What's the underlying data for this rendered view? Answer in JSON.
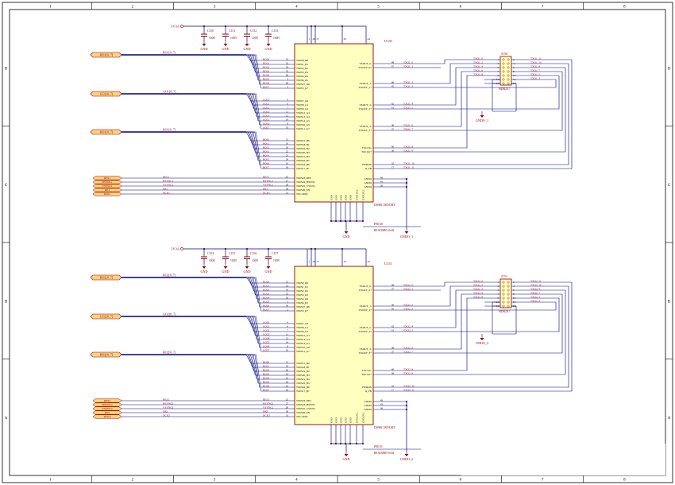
{
  "frame": {
    "columns": [
      "1",
      "2",
      "3",
      "4",
      "5",
      "6",
      "7",
      "8"
    ],
    "rows": [
      "D",
      "C",
      "B",
      "A"
    ]
  },
  "blocks": [
    {
      "power_net": "3V3A",
      "caps": [
        {
          "ref": "C150",
          "value": "100N"
        },
        {
          "ref": "C151",
          "value": "100N"
        },
        {
          "ref": "C152",
          "value": "100N"
        },
        {
          "ref": "C153",
          "value": "100N"
        }
      ],
      "gnd_label": "GND",
      "ic": {
        "ref": "U150",
        "part": "DS90C385AMT",
        "power_pins": [
          {
            "num": "1",
            "name": "VCC0"
          },
          {
            "num": "26",
            "name": "VCC1"
          },
          {
            "num": "27",
            "name": "VCC2"
          },
          {
            "num": "34",
            "name": "VCC_PLL"
          },
          {
            "num": "44",
            "name": "VCCO"
          }
        ],
        "left_groups": [
          {
            "pins": [
              {
                "net": "RO10",
                "num": "51",
                "name": "TXIN0_R0"
              },
              {
                "net": "RO11",
                "num": "52",
                "name": "TXIN1_R1"
              },
              {
                "net": "RO12",
                "num": "54",
                "name": "TXIN2_R2"
              },
              {
                "net": "RO13",
                "num": "55",
                "name": "TXIN3_R3"
              },
              {
                "net": "RO14",
                "num": "56",
                "name": "TXIN4_R4"
              },
              {
                "net": "RO15",
                "num": "3",
                "name": "TXIN6_R5"
              },
              {
                "net": "RO16",
                "num": "50",
                "name": "TXIN27_R6"
              },
              {
                "net": "RO17",
                "num": "2",
                "name": "TXIN5_R7"
              }
            ]
          },
          {
            "pins": [
              {
                "net": "GO10",
                "num": "4",
                "name": "TXIN7_G0"
              },
              {
                "net": "GO11",
                "num": "6",
                "name": "TXIN8_G1"
              },
              {
                "net": "GO12",
                "num": "7",
                "name": "TXIN9_G2"
              },
              {
                "net": "GO13",
                "num": "11",
                "name": "TXIN12_G3"
              },
              {
                "net": "GO14",
                "num": "12",
                "name": "TXIN13_G4"
              },
              {
                "net": "GO15",
                "num": "14",
                "name": "TXIN14_G5"
              },
              {
                "net": "GO16",
                "num": "8",
                "name": "TXIN10_G6"
              },
              {
                "net": "GO17",
                "num": "10",
                "name": "TXIN11_G7"
              }
            ]
          },
          {
            "pins": [
              {
                "net": "BO10",
                "num": "15",
                "name": "TXIN15_B0"
              },
              {
                "net": "BO11",
                "num": "19",
                "name": "TXIN18_B1"
              },
              {
                "net": "BO12",
                "num": "20",
                "name": "TXIN19_B2"
              },
              {
                "net": "BO13",
                "num": "22",
                "name": "TXIN20_B3"
              },
              {
                "net": "BO14",
                "num": "23",
                "name": "TXIN21_B4"
              },
              {
                "net": "BO15",
                "num": "24",
                "name": "TXIN22_B5"
              },
              {
                "net": "BO16",
                "num": "16",
                "name": "TXIN16_B6"
              },
              {
                "net": "BO17",
                "num": "18",
                "name": "TXIN17_B7"
              }
            ]
          },
          {
            "pins": [
              {
                "net": "RES1",
                "num": "25",
                "name": "TXIN23_RES"
              },
              {
                "net": "HSYNC1",
                "num": "27",
                "name": "TXIN24_HSYNC"
              },
              {
                "net": "VSYNC1",
                "num": "28",
                "name": "TXIN25_VSYNC"
              },
              {
                "net": "DE1",
                "num": "30",
                "name": "TXIN26_EN"
              },
              {
                "net": "DCK1",
                "num": "31",
                "name": "TXCLKIN"
              }
            ]
          }
        ],
        "right_pins": [
          {
            "name": "TXOUT_0-",
            "num": "48",
            "net": "TXO1_0"
          },
          {
            "name": "TXOUT_0+",
            "num": "47",
            "net": "TXO1_1"
          },
          {
            "name": "TXOUT_1-",
            "num": "46",
            "net": "TXO1_2"
          },
          {
            "name": "TXOUT_1+",
            "num": "45",
            "net": "TXO1_3"
          },
          {
            "name": "TXOUT_2-",
            "num": "42",
            "net": "TXO1_4"
          },
          {
            "name": "TXOUT_2+",
            "num": "41",
            "net": "TXO1_5"
          },
          {
            "name": "TXOUT_3-",
            "num": "38",
            "net": "TXO1_6"
          },
          {
            "name": "TXOUT_3+",
            "num": "37",
            "net": "TXO1_7"
          },
          {
            "name": "TXCLK-",
            "num": "40",
            "net": "TXO1_8"
          },
          {
            "name": "TXCLK+",
            "num": "39",
            "net": "TXO1_9"
          },
          {
            "name": "PWRDN",
            "num": "32",
            "net": "TXO1_10"
          },
          {
            "name": "R_FB",
            "num": "17",
            "net": "TXO1_11"
          }
        ],
        "gnd_pins": [
          {
            "name": "GNDO",
            "num": "49"
          },
          {
            "name": "GNDO",
            "num": "43"
          },
          {
            "name": "GNDO",
            "num": "36"
          }
        ],
        "bottom_pins": [
          "GND",
          "GND",
          "GND",
          "GND",
          "GND",
          "GND_PLL",
          "GND_PLL"
        ]
      },
      "buses": [
        {
          "port": "RO1[0..7]",
          "label": "RO1[0..7]"
        },
        {
          "port": "GO1[0..7]",
          "label": "GO1[0..7]"
        },
        {
          "port": "BO1[0..7]",
          "label": "BO1[0..7]"
        }
      ],
      "ctrl_ports": [
        "RES1",
        "HSYNC1",
        "VSYNC1",
        "DE1",
        "DCK1"
      ],
      "ferrite": {
        "ref": "FB150",
        "part": "BEAD0805-0x02"
      },
      "gnd_bottom": "GND",
      "gnd0_bottom": "GNDO_1",
      "conn": {
        "ref": "J150",
        "part": "HDR2X7",
        "left": [
          {
            "net": "TXO1_0",
            "num": "1"
          },
          {
            "net": "TXO1_2",
            "num": "3"
          },
          {
            "net": "TXO1_4",
            "num": "5"
          },
          {
            "net": "TXO1_6",
            "num": "7"
          },
          {
            "net": "TXO1_8",
            "num": "9"
          },
          {
            "net": "",
            "num": "11"
          },
          {
            "net": "",
            "num": "13"
          }
        ],
        "right": [
          {
            "num": "2",
            "net": "TXO1_11"
          },
          {
            "num": "4",
            "net": "TXO1_10"
          },
          {
            "num": "6",
            "net": "TXO1_9"
          },
          {
            "num": "8",
            "net": "TXO1_7"
          },
          {
            "num": "10",
            "net": "TXO1_5"
          },
          {
            "num": "12",
            "net": "TXO1_3"
          },
          {
            "num": "14",
            "net": ""
          }
        ],
        "gnd": "GNDO_1"
      }
    },
    {
      "power_net": "3V3A",
      "caps": [
        {
          "ref": "C154",
          "value": "100N"
        },
        {
          "ref": "C155",
          "value": "100N"
        },
        {
          "ref": "C156",
          "value": "100N"
        },
        {
          "ref": "C157",
          "value": "100N"
        }
      ],
      "gnd_label": "GND",
      "ic": {
        "ref": "U151",
        "part": "DS90C385AMT",
        "power_pins": [
          {
            "num": "1",
            "name": "VCC0"
          },
          {
            "num": "26",
            "name": "VCC1"
          },
          {
            "num": "27",
            "name": "VCC2"
          },
          {
            "num": "34",
            "name": "VCC_PLL"
          },
          {
            "num": "44",
            "name": "VCCO"
          }
        ],
        "left_groups": [
          {
            "pins": [
              {
                "net": "RO20",
                "num": "51",
                "name": "TXIN0_R0"
              },
              {
                "net": "RO21",
                "num": "52",
                "name": "TXIN1_R1"
              },
              {
                "net": "RO22",
                "num": "54",
                "name": "TXIN2_R2"
              },
              {
                "net": "RO23",
                "num": "55",
                "name": "TXIN3_R3"
              },
              {
                "net": "RO24",
                "num": "56",
                "name": "TXIN4_R4"
              },
              {
                "net": "RO25",
                "num": "3",
                "name": "TXIN6_R5"
              },
              {
                "net": "RO26",
                "num": "50",
                "name": "TXIN27_R6"
              },
              {
                "net": "RO27",
                "num": "2",
                "name": "TXIN5_R7"
              }
            ]
          },
          {
            "pins": [
              {
                "net": "GO20",
                "num": "4",
                "name": "TXIN7_G0"
              },
              {
                "net": "GO21",
                "num": "6",
                "name": "TXIN8_G1"
              },
              {
                "net": "GO22",
                "num": "7",
                "name": "TXIN9_G2"
              },
              {
                "net": "GO23",
                "num": "11",
                "name": "TXIN12_G3"
              },
              {
                "net": "GO24",
                "num": "12",
                "name": "TXIN13_G4"
              },
              {
                "net": "GO25",
                "num": "14",
                "name": "TXIN14_G5"
              },
              {
                "net": "GO26",
                "num": "8",
                "name": "TXIN10_G6"
              },
              {
                "net": "GO27",
                "num": "10",
                "name": "TXIN11_G7"
              }
            ]
          },
          {
            "pins": [
              {
                "net": "BO20",
                "num": "15",
                "name": "TXIN15_B0"
              },
              {
                "net": "BO21",
                "num": "19",
                "name": "TXIN18_B1"
              },
              {
                "net": "BO22",
                "num": "20",
                "name": "TXIN19_B2"
              },
              {
                "net": "BO23",
                "num": "22",
                "name": "TXIN20_B3"
              },
              {
                "net": "BO24",
                "num": "23",
                "name": "TXIN21_B4"
              },
              {
                "net": "BO25",
                "num": "24",
                "name": "TXIN22_B5"
              },
              {
                "net": "BO26",
                "num": "16",
                "name": "TXIN16_B6"
              },
              {
                "net": "BO27",
                "num": "18",
                "name": "TXIN17_B7"
              }
            ]
          },
          {
            "pins": [
              {
                "net": "RES2",
                "num": "25",
                "name": "TXIN23_RES"
              },
              {
                "net": "HSYNC2",
                "num": "27",
                "name": "TXIN24_HSYNC"
              },
              {
                "net": "VSYNC2",
                "num": "28",
                "name": "TXIN25_VSYNC"
              },
              {
                "net": "DE2",
                "num": "30",
                "name": "TXIN26_EN"
              },
              {
                "net": "DCK2",
                "num": "31",
                "name": "TXCLKIN"
              }
            ]
          }
        ],
        "right_pins": [
          {
            "name": "TXOUT_0-",
            "num": "48",
            "net": "TXO2_0"
          },
          {
            "name": "TXOUT_0+",
            "num": "47",
            "net": "TXO2_1"
          },
          {
            "name": "TXOUT_1-",
            "num": "46",
            "net": "TXO2_2"
          },
          {
            "name": "TXOUT_1+",
            "num": "45",
            "net": "TXO2_3"
          },
          {
            "name": "TXOUT_2-",
            "num": "42",
            "net": "TXO2_4"
          },
          {
            "name": "TXOUT_2+",
            "num": "41",
            "net": "TXO2_5"
          },
          {
            "name": "TXOUT_3-",
            "num": "38",
            "net": "TXO2_6"
          },
          {
            "name": "TXOUT_3+",
            "num": "37",
            "net": "TXO2_7"
          },
          {
            "name": "TXCLK-",
            "num": "40",
            "net": "TXO2_8"
          },
          {
            "name": "TXCLK+",
            "num": "39",
            "net": "TXO2_9"
          },
          {
            "name": "PWRDN",
            "num": "32",
            "net": "TXO2_10"
          },
          {
            "name": "R_FB",
            "num": "17",
            "net": "TXO2_11"
          }
        ],
        "gnd_pins": [
          {
            "name": "GNDO",
            "num": "49"
          },
          {
            "name": "GNDO",
            "num": "43"
          },
          {
            "name": "GNDO",
            "num": "36"
          }
        ],
        "bottom_pins": [
          "GND",
          "GND",
          "GND",
          "GND",
          "GND",
          "GND_PLL",
          "GND_PLL"
        ]
      },
      "buses": [
        {
          "port": "RO2[0..7]",
          "label": "RO2[0..7]"
        },
        {
          "port": "GO2[0..7]",
          "label": "GO2[0..7]"
        },
        {
          "port": "BO2[0..7]",
          "label": "BO2[0..7]"
        }
      ],
      "ctrl_ports": [
        "RES2",
        "HSYNC2",
        "VSYNC2",
        "DE2",
        "DCK2"
      ],
      "ferrite": {
        "ref": "FB151",
        "part": "BEAD0805-0x02"
      },
      "gnd_bottom": "GND",
      "gnd0_bottom": "GNDO_2",
      "conn": {
        "ref": "J151",
        "part": "HDR2X7",
        "left": [
          {
            "net": "TXO2_0",
            "num": "1"
          },
          {
            "net": "TXO2_2",
            "num": "3"
          },
          {
            "net": "TXO2_4",
            "num": "5"
          },
          {
            "net": "TXO2_6",
            "num": "7"
          },
          {
            "net": "TXO2_8",
            "num": "9"
          },
          {
            "net": "",
            "num": "11"
          },
          {
            "net": "",
            "num": "13"
          }
        ],
        "right": [
          {
            "num": "2",
            "net": "TXO2_11"
          },
          {
            "num": "4",
            "net": "TXO2_10"
          },
          {
            "num": "6",
            "net": "TXO2_9"
          },
          {
            "num": "8",
            "net": "TXO2_7"
          },
          {
            "num": "10",
            "net": "TXO2_5"
          },
          {
            "num": "12",
            "net": "TXO2_3"
          },
          {
            "num": "14",
            "net": ""
          }
        ],
        "gnd": "GNDO_2"
      }
    }
  ],
  "colors": {
    "wire": "#000080",
    "label": "#8b0000",
    "ic_fill": "#ffffc0",
    "ic_stroke": "#8b0000",
    "frame": "#000000",
    "port_fill": "#ffd27f"
  }
}
